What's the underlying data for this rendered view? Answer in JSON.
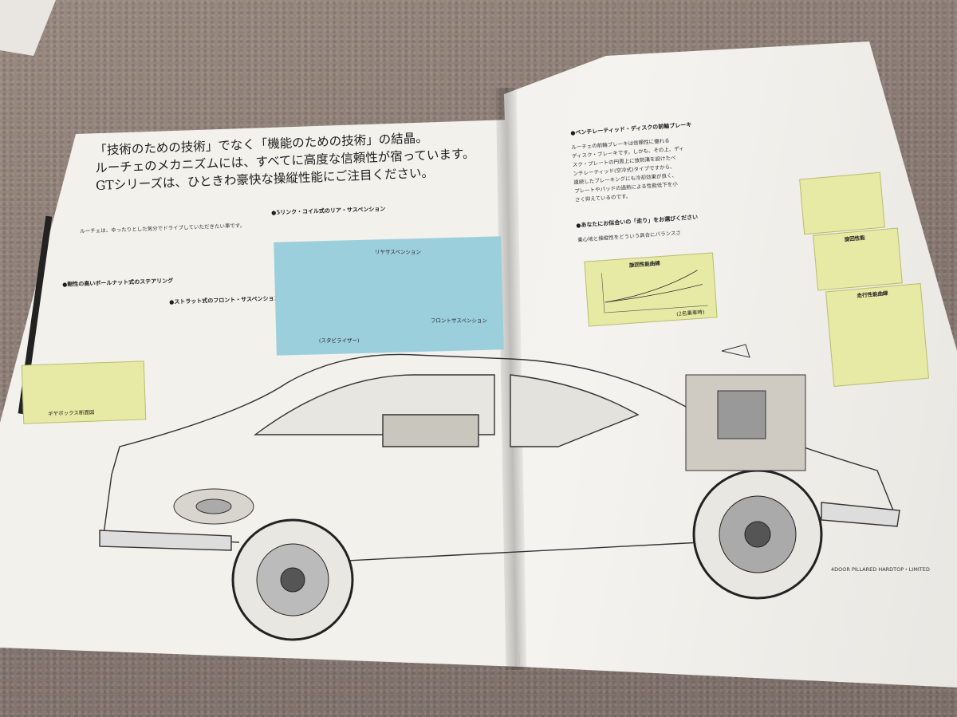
{
  "headline": {
    "line1": "「技術のための技術」でなく「機能のための技術」の結晶。",
    "line2": "ルーチェのメカニズムには、すべてに高度な信頼性が宿っています。",
    "line3": "GTシリーズは、ひときわ豪快な操縦性能にご注目ください。"
  },
  "left_page": {
    "steering_heading": "●剛性の高いボールナット式のステアリング",
    "gearbox_caption": "ギヤボックス断面図",
    "rear_susp_heading": "●5リンク・コイル式のリア・サスペンション",
    "front_susp_heading": "●ストラット式のフロント・サスペンション",
    "photo_labels": {
      "rear": "リヤサスペンション",
      "front": "フロントサスペンション",
      "stabilizer": "(スタビライザー)"
    },
    "body_snippet": "ルーチェは、ゆったりとした気分でドライブしていただきたい車です。"
  },
  "right_page": {
    "brake_heading": "●ベンチレーティッド・ディスクの前輪ブレーキ",
    "brake_text": [
      "ルーチェの前輪ブレーキは信頼性に優れる",
      "ディスク・ブレーキです。しかも、その上、ディ",
      "スク・プレートの円周上に放熱溝を設けたべ",
      "ンチレーティッド(空冷式)タイプですから、",
      "連続したブレーキングにも冷却効果が良く、",
      "プレートやパッドの過熱による性能低下を小",
      "さく抑えているのです。"
    ],
    "ride_heading": "●あなたにお似合いの「走り」をお選びください",
    "ride_text": "乗心地と操縦性をどういう具合にバランスさ",
    "chart_title": "旋回性能曲線",
    "chart_note": "(2名乗車時)",
    "box2_title": "旋回性能",
    "box3_title": "走行性能曲線",
    "model_caption": "4DOOR PILLARED HARDTOP・LIMITED"
  },
  "colors": {
    "box_yellow": "#e6eaa4",
    "photo_blue": "#9ccfdc",
    "paper": "#f3f1ec"
  }
}
